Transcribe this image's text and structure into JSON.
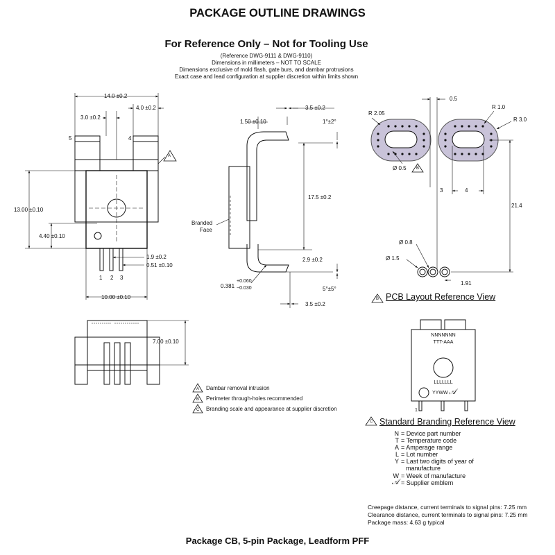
{
  "title": "PACKAGE OUTLINE DRAWINGS",
  "reference_heading": "For Reference Only – Not for Tooling Use",
  "reference_notes": [
    "(Reference DWG-9111 & DWG-9110)",
    "Dimensions in millimeters – NOT TO SCALE",
    "Dimensions exclusive of mold flash, gate burs, and dambar protrusions",
    "Exact case and lead configuration at supplier discretion within limits shown"
  ],
  "front_view": {
    "width_total": "14.0 ±0.2",
    "dim_3_0": "3.0 ±0.2",
    "dim_4_0": "4.0 ±0.2",
    "pin_5": "5",
    "pin_4": "4",
    "height": "13.00 ±0.10",
    "dim_4_40": "4.40 ±0.10",
    "dim_1_9": "1.9 ±0.2",
    "dim_0_51": "0.51 ±0.10",
    "pin_1": "1",
    "pin_2": "2",
    "pin_3": "3",
    "body_width": "10.00 ±0.10",
    "callout": "A"
  },
  "bottom_view": {
    "dim_7_00": "7.00 ±0.10"
  },
  "side_view": {
    "dim_3_5_top": "3.5 ±0.2",
    "dim_1_50": "1.50 ±0.10",
    "angle_top": "1°±2°",
    "dim_17_5": "17.5 ±0.2",
    "branded_face": [
      "Branded",
      "Face"
    ],
    "dim_2_9": "2.9 ±0.2",
    "dim_0_381": "0.381",
    "tol_plus": "+0.060",
    "tol_minus": "−0.030",
    "angle_bottom": "5°±5°",
    "dim_3_5_bottom": "3.5 ±0.2"
  },
  "pcb_layout": {
    "dim_0_5": "0.5",
    "r_2_05": "R 2.05",
    "r_1_0": "R 1.0",
    "r_3_0": "R 3.0",
    "dia_0_5": "Ø 0.5",
    "callout": "B",
    "dim_3": "3",
    "dim_4": "4",
    "dim_21_4": "21.4",
    "dia_0_8": "Ø   0.8",
    "dia_1_5": "Ø   1.5",
    "dim_1_91": "1.91",
    "view_label": "PCB Layout Reference View"
  },
  "legend": [
    {
      "letter": "A",
      "text": "Dambar removal intrusion"
    },
    {
      "letter": "B",
      "text": "Perimeter through-holes recommended"
    },
    {
      "letter": "C",
      "text": "Branding scale and appearance at supplier discretion"
    }
  ],
  "branding": {
    "line1": "NNNNNNN",
    "line2": "TTT-AAA",
    "lot": "LLLLLLL",
    "date": "YYWW",
    "pin1": "1",
    "view_label": "Standard Branding Reference View",
    "callout": "C"
  },
  "branding_legend": [
    {
      "key": "N",
      "text": "= Device part number"
    },
    {
      "key": "T",
      "text": "= Temperature code"
    },
    {
      "key": "A",
      "text": "= Amperage range"
    },
    {
      "key": "L",
      "text": "= Lot number"
    },
    {
      "key": "Y",
      "text": "= Last two digits of year of"
    },
    {
      "key": "",
      "text": "manufacture"
    },
    {
      "key": "W",
      "text": "= Week of manufacture"
    },
    {
      "key": "𝒜",
      "text": "= Supplier emblem"
    }
  ],
  "package_stats": [
    "Creepage distance, current terminals to signal pins:  7.25 mm",
    "Clearance distance, current terminals to signal pins:  7.25 mm",
    "Package mass:  4.63 g typical"
  ],
  "footer": "Package CB, 5-pin Package, Leadform PFF"
}
